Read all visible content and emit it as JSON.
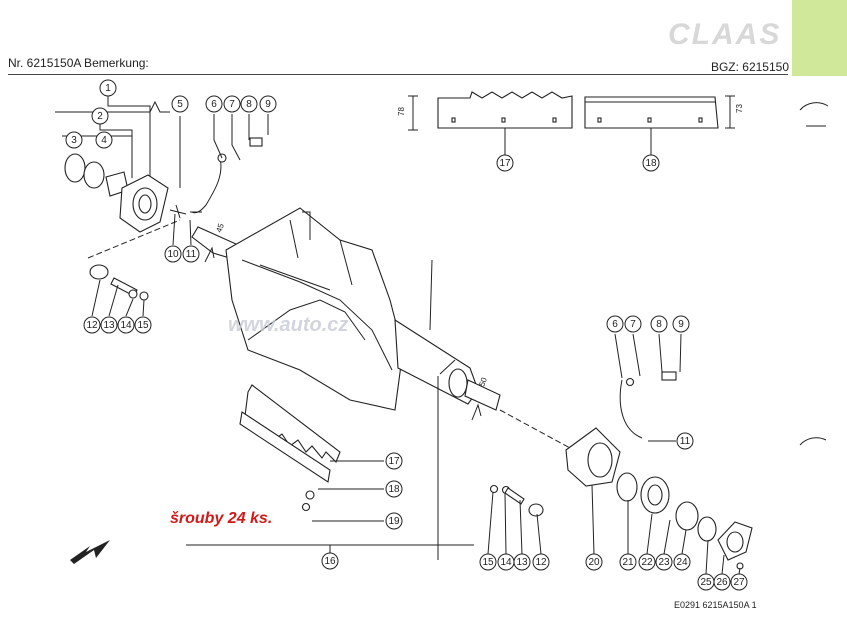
{
  "header": {
    "left": "Nr. 6215150A  Bemerkung:",
    "right": "BGZ: 6215150",
    "logo": "CLAAS"
  },
  "watermark": "www.auto.cz",
  "note": "šrouby 24 ks.",
  "drawing_code": "E0291 6215A150A 1",
  "dimensions": {
    "a": "78",
    "b": "73",
    "c": "45",
    "d": "50"
  },
  "colors": {
    "note": "#d21a1a",
    "tab": "#cfe89a",
    "logo": "#d8d8d8"
  },
  "callouts": [
    {
      "id": "c1",
      "label": "1"
    },
    {
      "id": "c2",
      "label": "2"
    },
    {
      "id": "c3",
      "label": "3"
    },
    {
      "id": "c4",
      "label": "4"
    },
    {
      "id": "c5",
      "label": "5"
    },
    {
      "id": "c6a",
      "label": "6"
    },
    {
      "id": "c7a",
      "label": "7"
    },
    {
      "id": "c8a",
      "label": "8"
    },
    {
      "id": "c9a",
      "label": "9"
    },
    {
      "id": "c10",
      "label": "10"
    },
    {
      "id": "c11a",
      "label": "11"
    },
    {
      "id": "c12a",
      "label": "12"
    },
    {
      "id": "c13a",
      "label": "13"
    },
    {
      "id": "c14a",
      "label": "14"
    },
    {
      "id": "c15a",
      "label": "15"
    },
    {
      "id": "c16",
      "label": "16"
    },
    {
      "id": "c17a",
      "label": "17"
    },
    {
      "id": "c18a",
      "label": "18"
    },
    {
      "id": "c17b",
      "label": "17"
    },
    {
      "id": "c18b",
      "label": "18"
    },
    {
      "id": "c19",
      "label": "19"
    },
    {
      "id": "c6b",
      "label": "6"
    },
    {
      "id": "c7b",
      "label": "7"
    },
    {
      "id": "c8b",
      "label": "8"
    },
    {
      "id": "c9b",
      "label": "9"
    },
    {
      "id": "c11b",
      "label": "11"
    },
    {
      "id": "c15b",
      "label": "15"
    },
    {
      "id": "c14b",
      "label": "14"
    },
    {
      "id": "c13b",
      "label": "13"
    },
    {
      "id": "c12b",
      "label": "12"
    },
    {
      "id": "c20",
      "label": "20"
    },
    {
      "id": "c21",
      "label": "21"
    },
    {
      "id": "c22",
      "label": "22"
    },
    {
      "id": "c23",
      "label": "23"
    },
    {
      "id": "c24",
      "label": "24"
    },
    {
      "id": "c25",
      "label": "25"
    },
    {
      "id": "c26",
      "label": "26"
    },
    {
      "id": "c27",
      "label": "27"
    }
  ]
}
